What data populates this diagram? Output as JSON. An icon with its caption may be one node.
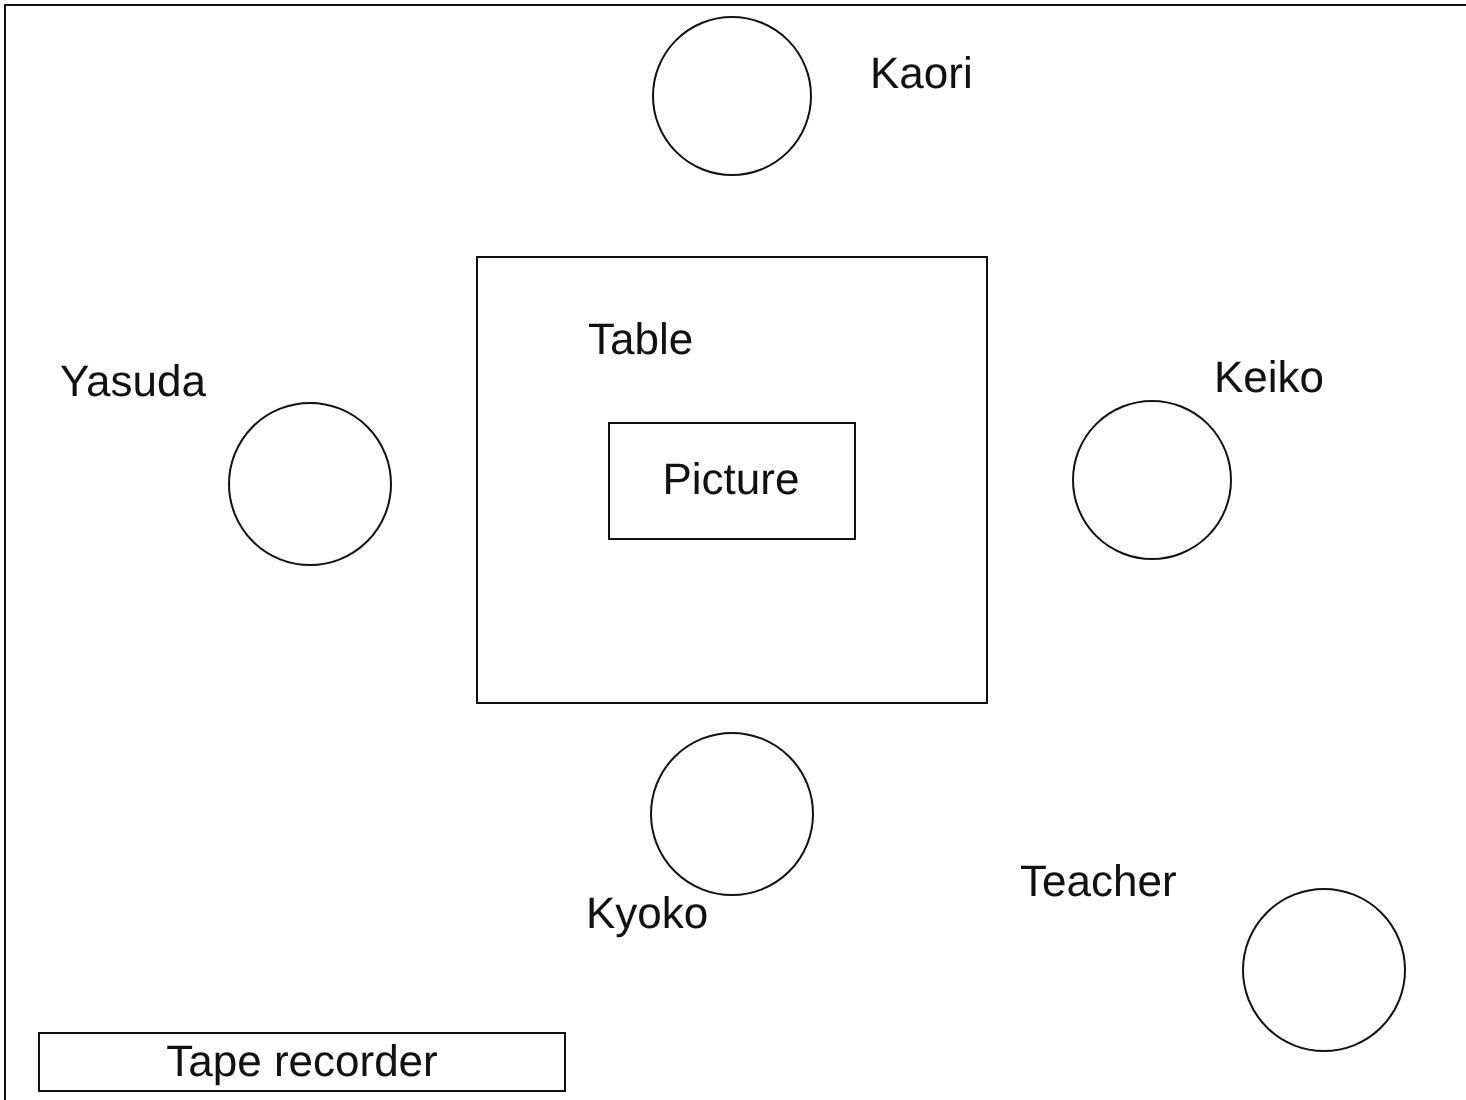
{
  "diagram": {
    "nodes": [
      {
        "text": [],
        "shape": "circle",
        "beside": [
          "Kaori"
        ]
      },
      {
        "text": [
          "Table"
        ]
      },
      {
        "text": [
          "Picture"
        ],
        "in": 1
      },
      {
        "text": [],
        "shape": "circle",
        "beside": [
          "Yasuda"
        ]
      },
      {
        "text": [],
        "shape": "circle",
        "beside": [
          "Keiko"
        ]
      },
      {
        "text": [],
        "shape": "circle",
        "beside": [
          "Kyoko"
        ]
      },
      {
        "text": [],
        "shape": "circle",
        "beside": [
          "Teacher"
        ]
      },
      {
        "text": [
          "Tape recorder"
        ]
      }
    ],
    "edges": []
  }
}
